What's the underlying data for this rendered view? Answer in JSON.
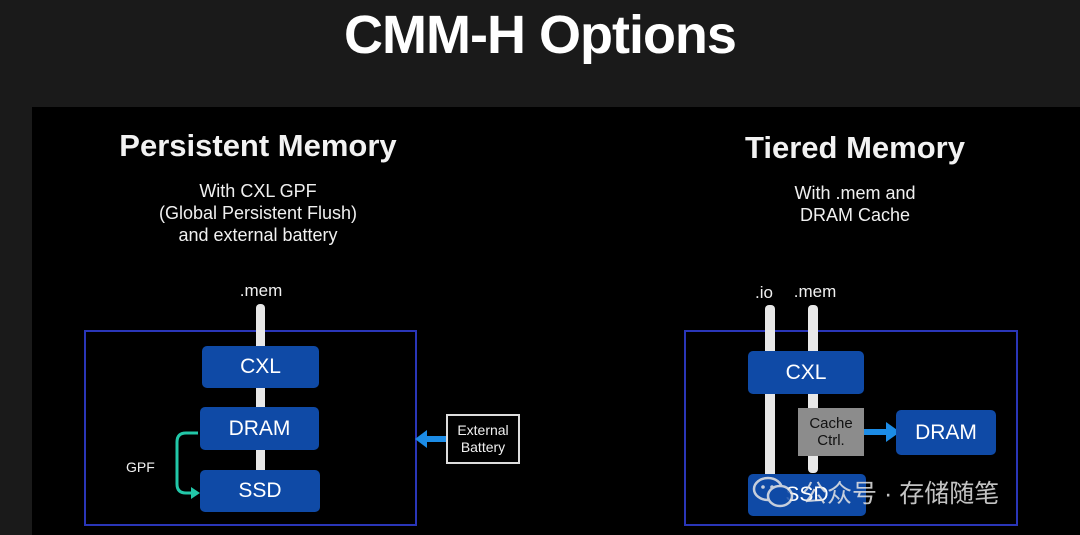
{
  "title": "CMM-H Options",
  "left": {
    "heading": "Persistent Memory",
    "sub_lines": [
      "With CXL GPF",
      "(Global Persistent Flush)",
      "and external battery"
    ],
    "bus_label": ".mem",
    "blocks": {
      "cxl": "CXL",
      "dram": "DRAM",
      "ssd": "SSD"
    },
    "gpf_label": "GPF",
    "battery_lines": [
      "External",
      "Battery"
    ]
  },
  "right": {
    "heading": "Tiered Memory",
    "sub_lines": [
      "With .mem and",
      "DRAM Cache"
    ],
    "bus_labels": {
      "io": ".io",
      "mem": ".mem"
    },
    "blocks": {
      "cxl": "CXL",
      "dram": "DRAM",
      "ssd": "SSD"
    },
    "cache_lines": [
      "Cache",
      "Ctrl."
    ]
  },
  "watermark": "公众号 · 存储随笔",
  "colors": {
    "block": "#0f4aa6",
    "frame": "#2a36b8",
    "arrow": "#1c8ce6",
    "gpf": "#22c7a8"
  }
}
